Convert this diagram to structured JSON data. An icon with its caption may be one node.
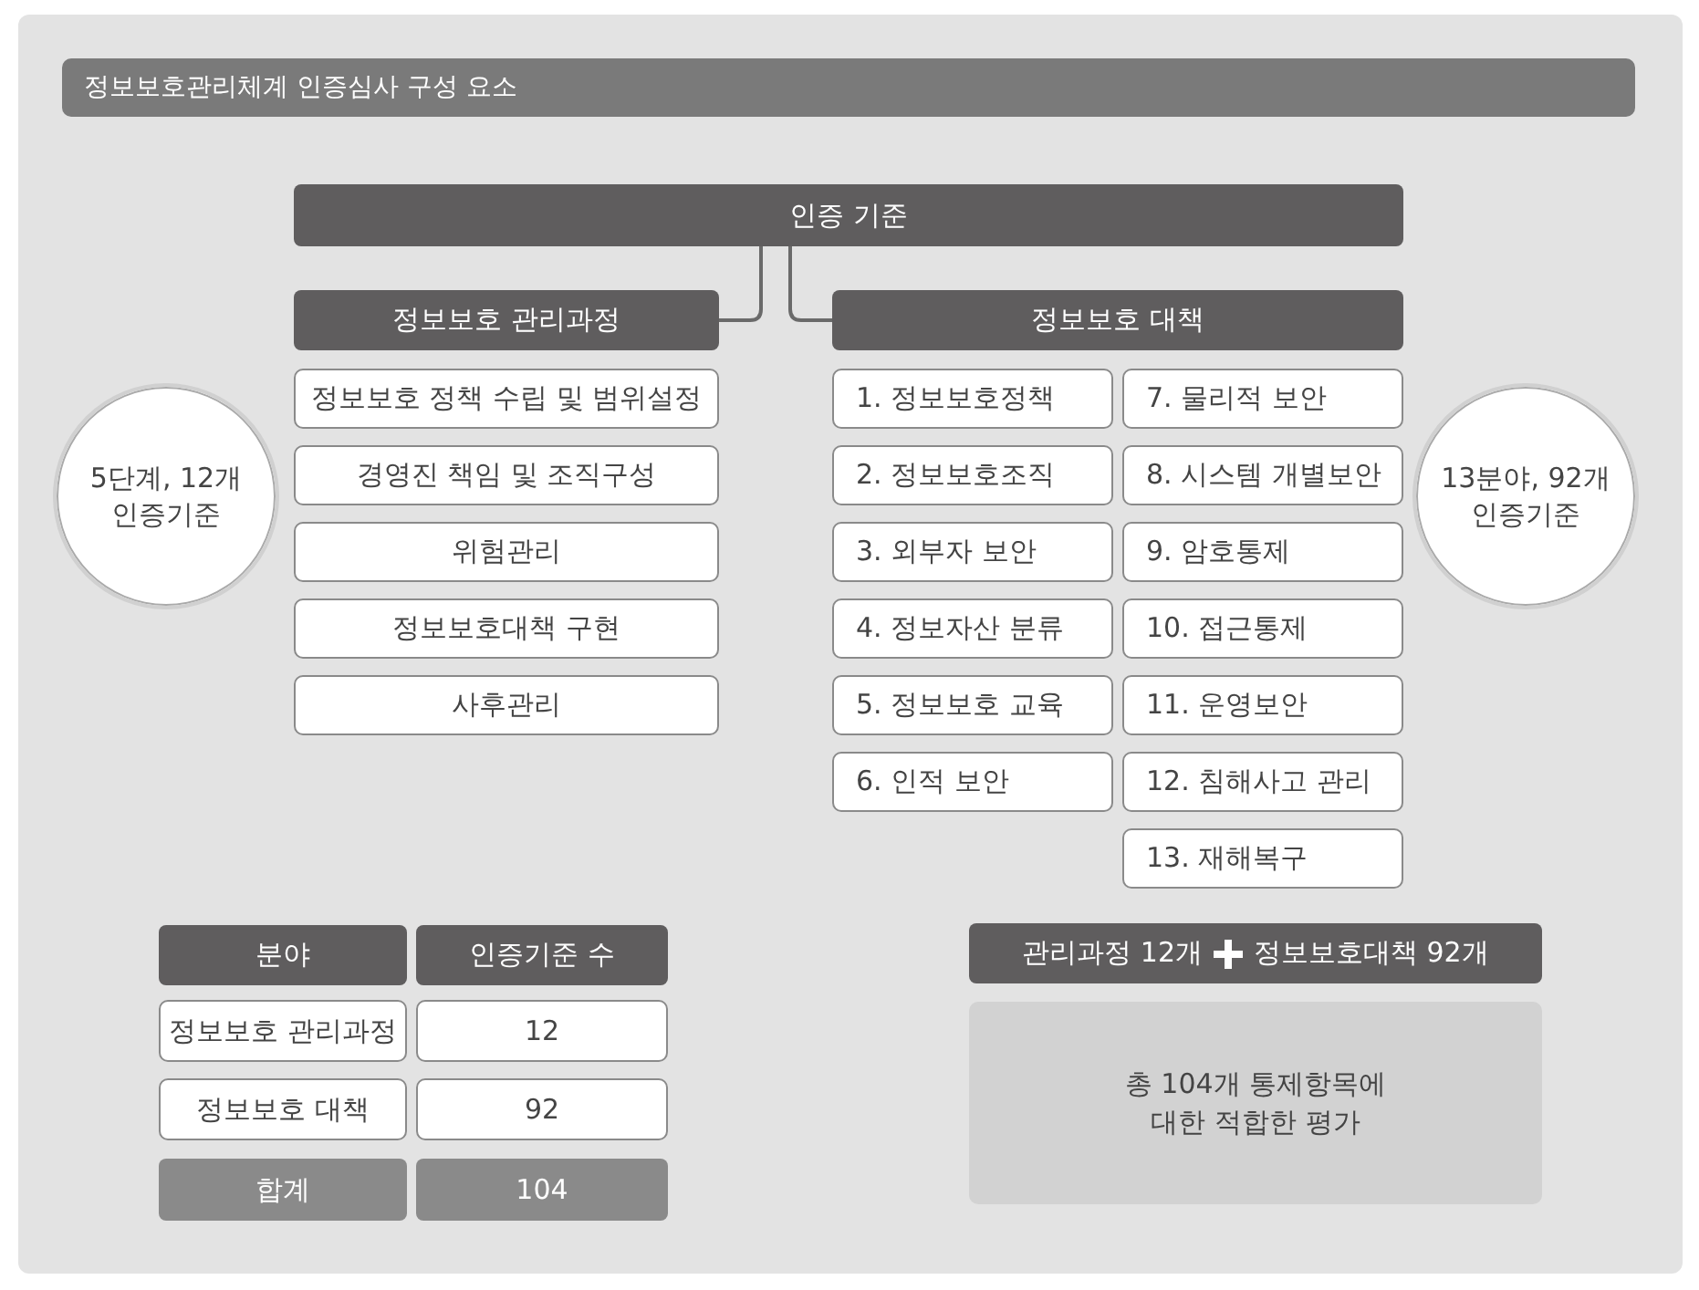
{
  "diagram": {
    "title": "정보보호관리체계 인증심사 구성 요소",
    "nodes": [
      {
        "text": [
          "인증 기준"
        ]
      },
      {
        "text": [
          "정보보호 관리과정"
        ]
      },
      {
        "text": [
          "정보보호 대책"
        ]
      },
      {
        "text": [
          "정보보호 정책 수립 및 범위설정"
        ]
      },
      {
        "text": [
          "경영진 책임 및 조직구성"
        ]
      },
      {
        "text": [
          "위험관리"
        ]
      },
      {
        "text": [
          "정보보호대책 구현"
        ]
      },
      {
        "text": [
          "사후관리"
        ]
      },
      {
        "text": [
          "1. 정보보호정책"
        ]
      },
      {
        "text": [
          "2. 정보보호조직"
        ]
      },
      {
        "text": [
          "3. 외부자 보안"
        ]
      },
      {
        "text": [
          "4. 정보자산 분류"
        ]
      },
      {
        "text": [
          "5. 정보보호 교육"
        ]
      },
      {
        "text": [
          "6. 인적 보안"
        ]
      },
      {
        "text": [
          "7. 물리적 보안"
        ]
      },
      {
        "text": [
          "8. 시스템 개별보안"
        ]
      },
      {
        "text": [
          "9. 암호통제"
        ]
      },
      {
        "text": [
          "10. 접근통제"
        ]
      },
      {
        "text": [
          "11. 운영보안"
        ]
      },
      {
        "text": [
          "12. 침해사고 관리"
        ]
      },
      {
        "text": [
          "13. 재해복구"
        ]
      },
      {
        "text": [
          "5단계, 12개 인증기준"
        ]
      },
      {
        "text": [
          "13분야, 92개 인증기준"
        ]
      },
      {
        "text": [
          "관리과정 12개",
          "정보보호대책 92개"
        ]
      },
      {
        "text": [
          "총 104개 통제항목에 대한 적합한 평가"
        ]
      }
    ],
    "edges": [
      {
        "from": 0,
        "to": 1,
        "arrow": "none"
      },
      {
        "from": 0,
        "to": 2,
        "arrow": "none"
      }
    ],
    "labels": [
      "분야",
      "인증기준 수",
      "정보보호 관리과정",
      "12",
      "정보보호 대책",
      "92",
      "합계",
      "104"
    ]
  }
}
